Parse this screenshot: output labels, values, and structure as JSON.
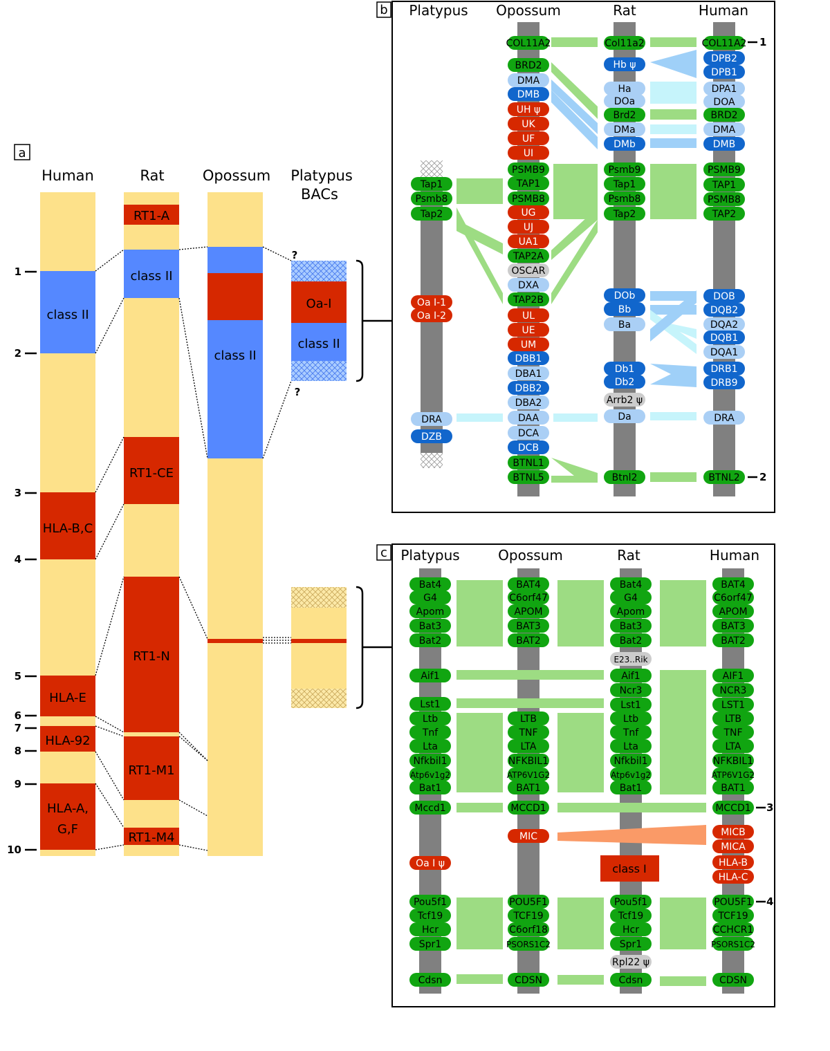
{
  "colors": {
    "yellow": "#fde18a",
    "blue_region": "#5588ff",
    "red_region": "#d62800",
    "gene_green": "#11a511",
    "gene_red": "#d62800",
    "gene_dark_blue": "#1166cc",
    "gene_light_blue": "#aacff5",
    "gene_gray": "#cccccc",
    "bar_gray": "#808080",
    "conn_green": "#9ddc83",
    "conn_light_blue": "#9fd0f8",
    "conn_cyan": "#c6f4fb",
    "conn_orange": "#fa9a67"
  },
  "panel_a": {
    "label": "a",
    "headers": {
      "human": "Human",
      "rat": "Rat",
      "opossum": "Opossum",
      "platypus_1": "Platypus",
      "platypus_2": "BACs"
    },
    "ticks": [
      "1",
      "2",
      "3",
      "4",
      "5",
      "6",
      "7",
      "8",
      "9",
      "10"
    ],
    "human_regions": [
      "class II",
      "HLA-B,C",
      "HLA-E",
      "HLA-92",
      "HLA-A,",
      "G,F"
    ],
    "rat_regions": [
      "RT1-A",
      "class II",
      "RT1-CE",
      "RT1-N",
      "RT1-M1",
      "RT1-M4"
    ],
    "opossum_regions": [
      "class II"
    ],
    "platypus_regions": [
      "Oa-I",
      "class II"
    ],
    "question_marks": [
      "?",
      "?"
    ]
  },
  "panel_b": {
    "label": "b",
    "headers": {
      "platypus": "Platypus",
      "opossum": "Opossum",
      "rat": "Rat",
      "human": "Human"
    },
    "genes": {
      "platypus": [
        "Tap1",
        "Psmb8",
        "Tap2",
        "Oa I-1",
        "Oa I-2",
        "DRA",
        "DZB"
      ],
      "opossum": [
        "COL11A2",
        "BRD2",
        "DMA",
        "DMB",
        "UH ψ",
        "UK",
        "UF",
        "UI",
        "PSMB9",
        "TAP1",
        "PSMB8",
        "UG",
        "UJ",
        "UA1",
        "TAP2A",
        "OSCAR",
        "DXA",
        "TAP2B",
        "UL",
        "UE",
        "UM",
        "DBB1",
        "DBA1",
        "DBB2",
        "DBA2",
        "DAA",
        "DCA",
        "DCB",
        "BTNL1",
        "BTNL5"
      ],
      "rat": [
        "Col11a2",
        "Hb ψ",
        "Ha",
        "DOa",
        "Brd2",
        "DMa",
        "DMb",
        "Psmb9",
        "Tap1",
        "Psmb8",
        "Tap2",
        "DOb",
        "Bb",
        "Ba",
        "Db1",
        "Db2",
        "Arrb2 ψ",
        "Da",
        "Btnl2"
      ],
      "human": [
        "COL11A2",
        "DPB2",
        "DPB1",
        "DPA1",
        "DOA",
        "BRD2",
        "DMA",
        "DMB",
        "PSMB9",
        "TAP1",
        "PSMB8",
        "TAP2",
        "DOB",
        "DQB2",
        "DQA2",
        "DQB1",
        "DQA1",
        "DRB1",
        "DRB9",
        "DRA",
        "BTNL2"
      ]
    },
    "markers": [
      "1",
      "2"
    ]
  },
  "panel_c": {
    "label": "c",
    "headers": {
      "platypus": "Platypus",
      "opossum": "Opossum",
      "rat": "Rat",
      "human": "Human"
    },
    "genes": {
      "platypus": [
        "Bat4",
        "G4",
        "Apom",
        "Bat3",
        "Bat2",
        "Aif1",
        "Lst1",
        "Ltb",
        "Tnf",
        "Lta",
        "Nfkbil1",
        "Atp6v1g2",
        "Bat1",
        "Mccd1",
        "Oa I ψ",
        "Pou5f1",
        "Tcf19",
        "Hcr",
        "Spr1",
        "Cdsn"
      ],
      "opossum": [
        "BAT4",
        "C6orf47",
        "APOM",
        "BAT3",
        "BAT2",
        "LTB",
        "TNF",
        "LTA",
        "NFKBIL1",
        "ATP6V1G2",
        "BAT1",
        "MCCD1",
        "MIC",
        "POU5F1",
        "TCF19",
        "C6orf18",
        "PSORS1C2",
        "CDSN"
      ],
      "rat": [
        "Bat4",
        "G4",
        "Apom",
        "Bat3",
        "Bat2",
        "E23..Rik",
        "Aif1",
        "Ncr3",
        "Lst1",
        "Ltb",
        "Tnf",
        "Lta",
        "Nfkbil1",
        "Atp6v1g2",
        "Bat1",
        "class I",
        "Pou5f1",
        "Tcf19",
        "Hcr",
        "Spr1",
        "Rpl22 ψ",
        "Cdsn"
      ],
      "human": [
        "BAT4",
        "C6orf47",
        "APOM",
        "BAT3",
        "BAT2",
        "AIF1",
        "NCR3",
        "LST1",
        "LTB",
        "TNF",
        "LTA",
        "NFKBIL1",
        "ATP6V1G2",
        "BAT1",
        "MCCD1",
        "MICB",
        "MICA",
        "HLA-B",
        "HLA-C",
        "POU5F1",
        "TCF19",
        "CCHCR1",
        "PSORS1C2",
        "CDSN"
      ]
    },
    "markers": [
      "3",
      "4"
    ]
  }
}
